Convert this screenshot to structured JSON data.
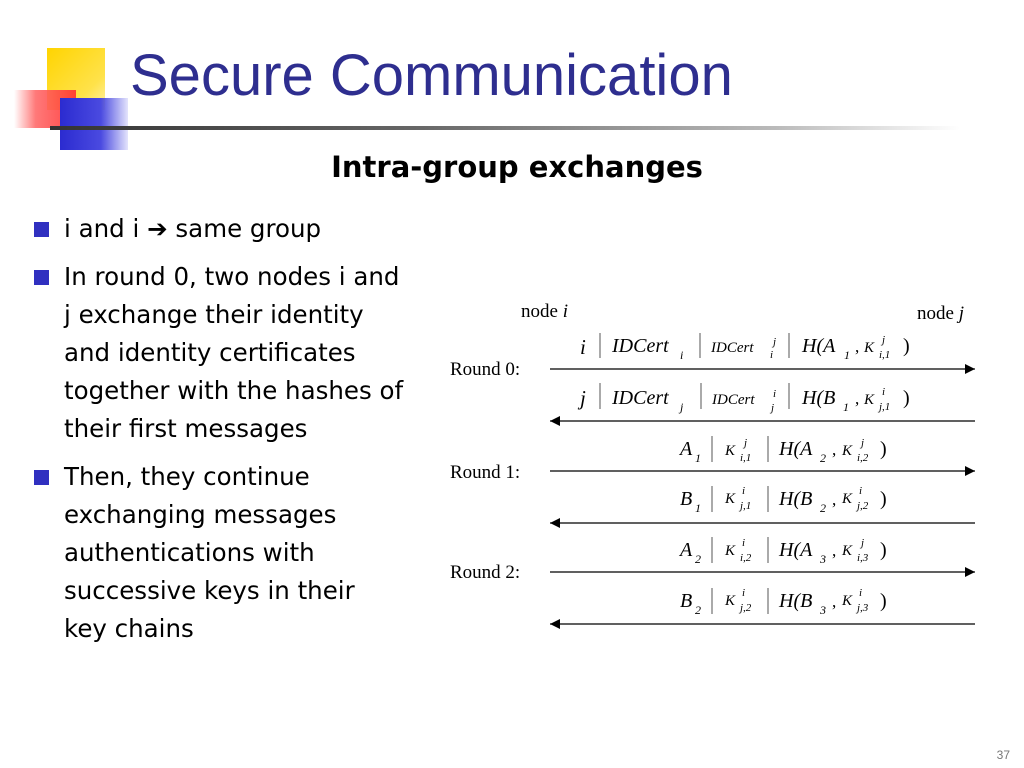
{
  "slide": {
    "title": "Secure Communication",
    "subtitle": "Intra-group exchanges",
    "page_number": "37"
  },
  "bullets": [
    {
      "lead": "i and i",
      "arrow": "➔",
      "tail": "same group"
    },
    {
      "text": "In round 0, two nodes i and j exchange their identity and identity certificates together with the hashes of their first messages"
    },
    {
      "text": "Then, they continue exchanging messages authentications with successive keys in their key chains"
    }
  ],
  "diagram": {
    "node_left": {
      "word": "node",
      "var": "i"
    },
    "node_right": {
      "word": "node",
      "var": "j"
    },
    "rounds": [
      {
        "label": "Round 0:"
      },
      {
        "label": "Round 1:"
      },
      {
        "label": "Round 2:"
      }
    ],
    "messages": [
      {
        "direction": "right",
        "parts": {
          "a": "i",
          "b": "IDCert",
          "b_sub": "i",
          "c": "IDCert",
          "c_sup": "j",
          "c_sub": "i",
          "h_open": "H(A",
          "h_sub": "1",
          "k": "K",
          "k_sup": "j",
          "k_sub": "i,1",
          "h_close": ")"
        }
      },
      {
        "direction": "left",
        "parts": {
          "a": "j",
          "b": "IDCert",
          "b_sub": "j",
          "c": "IDCert",
          "c_sup": "i",
          "c_sub": "j",
          "h_open": "H(B",
          "h_sub": "1",
          "k": "K",
          "k_sup": "i",
          "k_sub": "j,1",
          "h_close": ")"
        }
      },
      {
        "direction": "right",
        "parts": {
          "m": "A",
          "m_sub": "1",
          "key": "K",
          "key_sup": "j",
          "key_sub": "i,1",
          "h_open": "H(A",
          "h_sub": "2",
          "k": "K",
          "k_sup": "j",
          "k_sub": "i,2",
          "h_close": ")"
        }
      },
      {
        "direction": "left",
        "parts": {
          "m": "B",
          "m_sub": "1",
          "key": "K",
          "key_sup": "i",
          "key_sub": "j,1",
          "h_open": "H(B",
          "h_sub": "2",
          "k": "K",
          "k_sup": "i",
          "k_sub": "j,2",
          "h_close": ")"
        }
      },
      {
        "direction": "right",
        "parts": {
          "m": "A",
          "m_sub": "2",
          "key": "K",
          "key_sup": "i",
          "key_sub": "i,2",
          "h_open": "H(A",
          "h_sub": "3",
          "k": "K",
          "k_sup": "j",
          "k_sub": "i,3",
          "h_close": ")"
        }
      },
      {
        "direction": "left",
        "parts": {
          "m": "B",
          "m_sub": "2",
          "key": "K",
          "key_sup": "i",
          "key_sub": "j,2",
          "h_open": "H(B",
          "h_sub": "3",
          "k": "K",
          "k_sup": "i",
          "k_sub": "j,3",
          "h_close": ")"
        }
      }
    ],
    "separator": ",",
    "colors": {
      "line": "#000000",
      "divider": "#555555"
    }
  },
  "theme": {
    "title_color": "#2e2e8f",
    "bullet_color": "#3030c0"
  }
}
